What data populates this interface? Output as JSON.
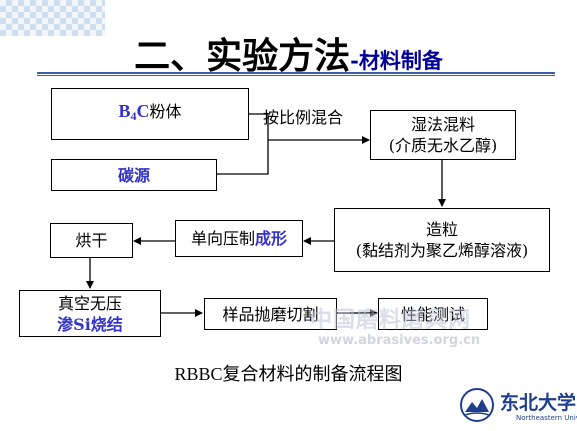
{
  "title": {
    "main": "二、实验方法",
    "sub": "-材料制备"
  },
  "nodes": {
    "b4c": {
      "prefix": "B",
      "sub": "4",
      "suffix": "C",
      "rest": "粉体"
    },
    "carbon": "碳源",
    "wet_mix": {
      "line1": "湿法混料",
      "line2": "(介质无水乙醇)"
    },
    "granulate": {
      "line1": "造粒",
      "line2": "(黏结剂为聚乙烯醇溶液)"
    },
    "press": {
      "text": "单向压制",
      "highlight": "成形"
    },
    "dry": "烘干",
    "vacuum": {
      "line1": "真空无压",
      "line2": "渗Si烧结"
    },
    "polish": "样品抛磨切割",
    "test": "性能测试"
  },
  "mix_label": "按比例混合",
  "caption": "RBBC复合材料的制备流程图",
  "watermark": {
    "cn": "中国磨料磨具网",
    "url": "www.abrasives.org.cn"
  },
  "logo": {
    "name": "东北大学",
    "en": "Northeastern University"
  },
  "colors": {
    "accent": "#3333cc",
    "rule": "#3b5ea6",
    "logo": "#1f3f8c"
  }
}
